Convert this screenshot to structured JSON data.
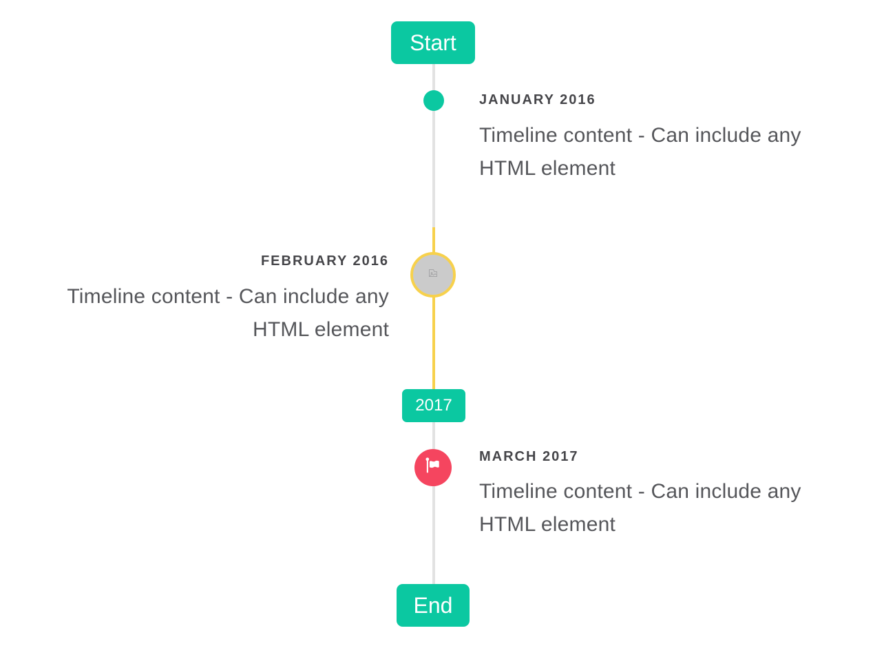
{
  "page": {
    "background": "#ffffff"
  },
  "colors": {
    "accent_teal": "#0bc8a1",
    "line_gray": "#e2e2e2",
    "highlight_yellow": "#f7d14c",
    "marker_red": "#f5455f",
    "marker_image_fill": "#cbcbcb",
    "title_text": "#454549",
    "content_text": "#55565a",
    "badge_text": "#ffffff"
  },
  "timeline": {
    "start_badge": "Start",
    "year_badge": "2017",
    "end_badge": "End",
    "items": [
      {
        "title": "JANUARY 2016",
        "content": "Timeline content - Can include any HTML element",
        "side": "right",
        "marker": "teal-dot"
      },
      {
        "title": "FEBRUARY 2016",
        "content": "Timeline content - Can include any HTML element",
        "side": "left",
        "marker": "image-circle-with-yellow-ring",
        "marker_icon": "broken-image-icon"
      },
      {
        "title": "MARCH 2017",
        "content": "Timeline content - Can include any HTML element",
        "side": "right",
        "marker": "red-circle",
        "marker_icon": "flag-icon"
      }
    ]
  }
}
